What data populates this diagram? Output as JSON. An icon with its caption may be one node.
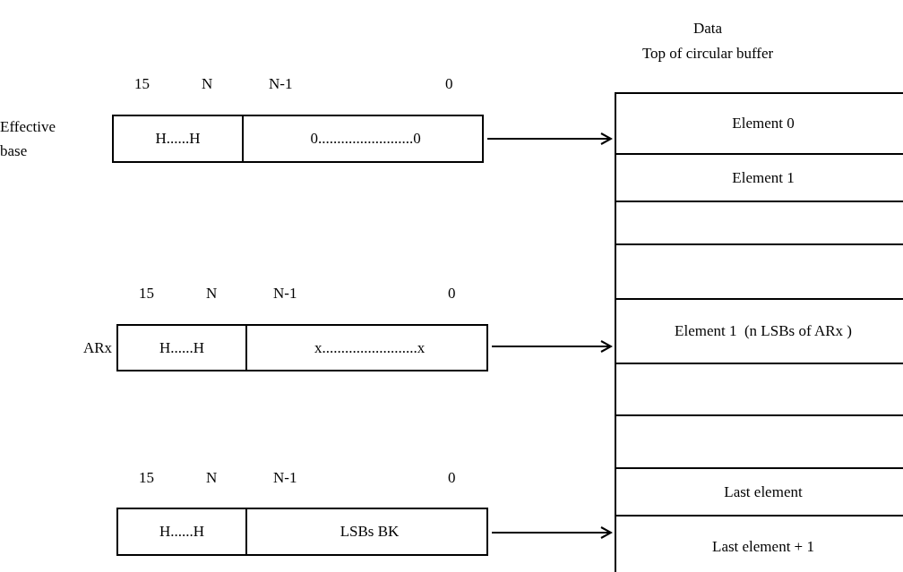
{
  "diagram": {
    "nodes": [
      {
        "text": [],
        "shape": "box",
        "beside": [
          "Effective base"
        ]
      },
      {
        "text": [
          "H......H"
        ],
        "in": 0
      },
      {
        "text": [
          "0.........................0"
        ],
        "in": 0
      },
      {
        "text": [],
        "shape": "box",
        "beside": [
          "ARx"
        ]
      },
      {
        "text": [
          "H......H"
        ],
        "in": 3
      },
      {
        "text": [
          "x.........................x"
        ],
        "in": 3
      },
      {
        "text": [],
        "shape": "box"
      },
      {
        "text": [
          "H......H"
        ],
        "in": 6
      },
      {
        "text": [
          "LSBs BK"
        ],
        "in": 6
      },
      {
        "text": [
          "Element 0"
        ]
      },
      {
        "text": [
          "Element 1"
        ]
      },
      {
        "text": [],
        "shape": "box"
      },
      {
        "text": [],
        "shape": "box"
      },
      {
        "text": [
          "Element 1  (n LSBs of ARx )"
        ]
      },
      {
        "text": [],
        "shape": "box"
      },
      {
        "text": [],
        "shape": "box"
      },
      {
        "text": [
          "Last element"
        ]
      },
      {
        "text": [
          "Last element + 1"
        ]
      }
    ],
    "edges": [
      {
        "from": 0,
        "to": 9,
        "arrow": "to"
      },
      {
        "from": 3,
        "to": 13,
        "arrow": "to"
      },
      {
        "from": 6,
        "to": 17,
        "arrow": "to"
      }
    ],
    "labels": [
      "Data",
      "Top of circular buffer",
      "15",
      "N",
      "N-1",
      "0",
      "15",
      "N",
      "N-1",
      "0",
      "15",
      "N",
      "N-1",
      "0"
    ]
  }
}
